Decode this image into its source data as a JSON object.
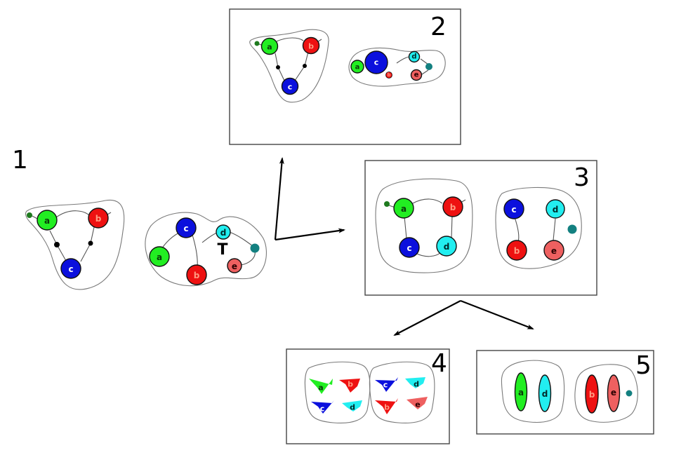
{
  "colors": {
    "a": "#22ee22",
    "b": "#ee1111",
    "c": "#0b10dd",
    "d": "#22eef0",
    "e": "#ee6060",
    "anchor_green": "#1e7a1e",
    "teal": "#138080",
    "black_dot": "#000000",
    "label_a": "#0a3a0a",
    "label_b": "#ff9a80",
    "label_c": "#ffffff",
    "label_d": "#002a2a",
    "label_e": "#2a0000"
  },
  "panels": [
    {
      "id": "1",
      "label": "1",
      "framed": false
    },
    {
      "id": "2",
      "label": "2",
      "framed": true
    },
    {
      "id": "3",
      "label": "3",
      "framed": true
    },
    {
      "id": "4",
      "label": "4",
      "framed": true
    },
    {
      "id": "5",
      "label": "5",
      "framed": true
    }
  ],
  "panel1": {
    "graph_left": {
      "nodes": [
        "a",
        "b",
        "c"
      ],
      "midpoint_dots": 2
    },
    "graph_right": {
      "nodes": [
        "c",
        "a",
        "b",
        "d",
        "e"
      ],
      "annotation": "T"
    }
  },
  "panel2": {
    "graph_left": {
      "nodes": [
        "a",
        "b",
        "c"
      ]
    },
    "graph_right": {
      "nodes": [
        "a",
        "c",
        "b",
        "d",
        "e"
      ]
    }
  },
  "panel3": {
    "graph_left": {
      "nodes": [
        "a",
        "b",
        "c",
        "d"
      ]
    },
    "graph_right": {
      "nodes": [
        "c",
        "d",
        "b",
        "e"
      ]
    }
  },
  "panel4": {
    "group_left": {
      "shapes": [
        "a",
        "b",
        "c",
        "d"
      ]
    },
    "group_right": {
      "shapes": [
        "c",
        "d",
        "b",
        "e"
      ]
    }
  },
  "panel5": {
    "group_left": {
      "ellipses": [
        "a",
        "d"
      ]
    },
    "group_right": {
      "ellipses": [
        "b",
        "e"
      ]
    }
  },
  "labels": {
    "a": "a",
    "b": "b",
    "c": "c",
    "d": "d",
    "e": "e",
    "T": "T"
  }
}
